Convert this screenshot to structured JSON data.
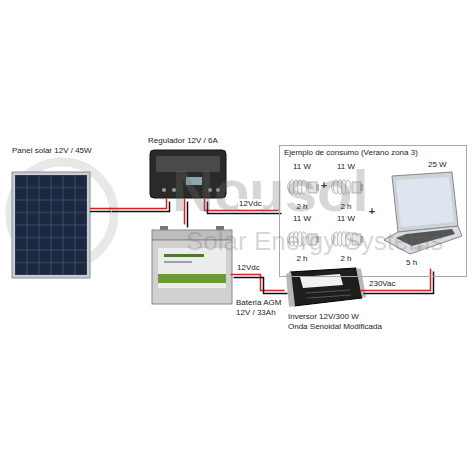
{
  "diagram": {
    "nodes": [
      {
        "text": [
          "Panel solar 12V / 45W"
        ]
      },
      {
        "text": [
          "Regulador 12V / 6A"
        ]
      },
      {
        "text": [
          "Ejemplo de consumo (Verano zona 3)"
        ]
      },
      {
        "text": [
          "11 W",
          "2 h"
        ],
        "in": 2
      },
      {
        "text": [
          "11 W",
          "2 h"
        ],
        "in": 2
      },
      {
        "text": [
          "11 W",
          "2 h"
        ],
        "in": 2
      },
      {
        "text": [
          "11 W",
          "2 h"
        ],
        "in": 2
      },
      {
        "text": [
          "25 W",
          "5 h"
        ],
        "in": 2
      },
      {
        "text": [
          "Bateria AGM 12V / 33Ah"
        ]
      },
      {
        "text": [
          "Inversor 12V/300 W",
          "Onda Senoidal Modificada"
        ]
      }
    ],
    "edges": [
      {
        "from": 0,
        "to": 1,
        "arrow": "none"
      },
      {
        "from": 1,
        "to": 2,
        "label": "12Vdc",
        "arrow": "none"
      },
      {
        "from": 1,
        "to": 8,
        "arrow": "none"
      },
      {
        "from": 8,
        "to": 9,
        "label": "12Vdc",
        "arrow": "none"
      },
      {
        "from": 9,
        "to": 7,
        "label": "230Vac",
        "arrow": "none"
      }
    ],
    "labels": [
      "+",
      "+",
      "Nousol",
      "Solar Energy Systems"
    ]
  }
}
